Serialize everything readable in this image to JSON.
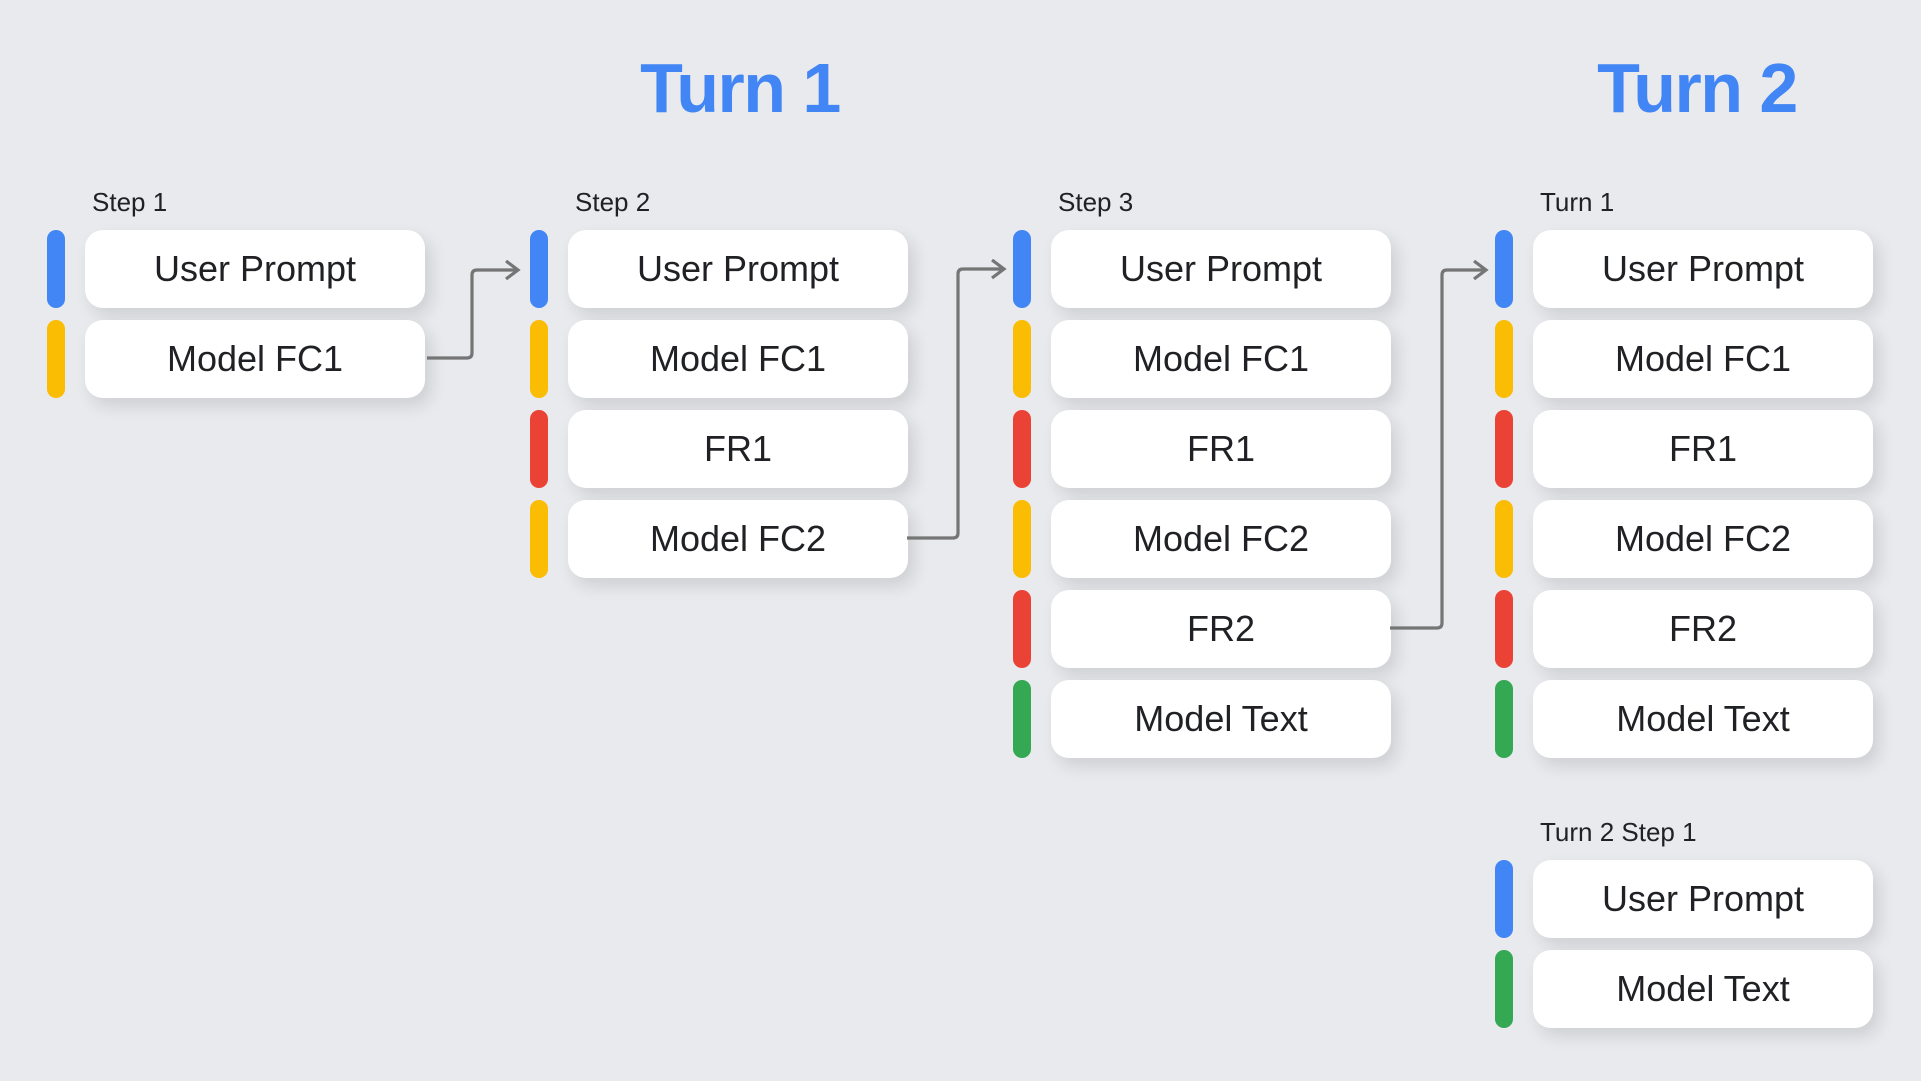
{
  "titles": {
    "turn1": "Turn 1",
    "turn2": "Turn 2"
  },
  "palette": {
    "background": "#E8EAED",
    "title": "#4285F4",
    "arrow": "#757575",
    "box_background": "#FFFFFF",
    "text": "#202124",
    "user_blue": "#4285F4",
    "model_fc_yellow": "#FBBC04",
    "fr_red": "#EA4335",
    "model_text_green": "#34A853"
  },
  "columns": [
    {
      "label": "Step 1",
      "blocks": [
        {
          "text": "User Prompt",
          "role": "user",
          "color": "#4285F4"
        },
        {
          "text": "Model FC1",
          "role": "model-function-call",
          "color": "#FBBC04"
        }
      ]
    },
    {
      "label": "Step 2",
      "blocks": [
        {
          "text": "User Prompt",
          "role": "user",
          "color": "#4285F4"
        },
        {
          "text": "Model FC1",
          "role": "model-function-call",
          "color": "#FBBC04"
        },
        {
          "text": "FR1",
          "role": "function-response",
          "color": "#EA4335"
        },
        {
          "text": "Model FC2",
          "role": "model-function-call",
          "color": "#FBBC04"
        }
      ]
    },
    {
      "label": "Step 3",
      "blocks": [
        {
          "text": "User Prompt",
          "role": "user",
          "color": "#4285F4"
        },
        {
          "text": "Model FC1",
          "role": "model-function-call",
          "color": "#FBBC04"
        },
        {
          "text": "FR1",
          "role": "function-response",
          "color": "#EA4335"
        },
        {
          "text": "Model FC2",
          "role": "model-function-call",
          "color": "#FBBC04"
        },
        {
          "text": "FR2",
          "role": "function-response",
          "color": "#EA4335"
        },
        {
          "text": "Model Text",
          "role": "model-text",
          "color": "#34A853"
        }
      ]
    },
    {
      "label": "Turn 1",
      "blocks": [
        {
          "text": "User Prompt",
          "role": "user",
          "color": "#4285F4"
        },
        {
          "text": "Model FC1",
          "role": "model-function-call",
          "color": "#FBBC04"
        },
        {
          "text": "FR1",
          "role": "function-response",
          "color": "#EA4335"
        },
        {
          "text": "Model FC2",
          "role": "model-function-call",
          "color": "#FBBC04"
        },
        {
          "text": "FR2",
          "role": "function-response",
          "color": "#EA4335"
        },
        {
          "text": "Model Text",
          "role": "model-text",
          "color": "#34A853"
        }
      ]
    }
  ],
  "turn2_group": {
    "label": "Turn 2 Step 1",
    "blocks": [
      {
        "text": "User Prompt",
        "role": "user",
        "color": "#4285F4"
      },
      {
        "text": "Model Text",
        "role": "model-text",
        "color": "#34A853"
      }
    ]
  }
}
